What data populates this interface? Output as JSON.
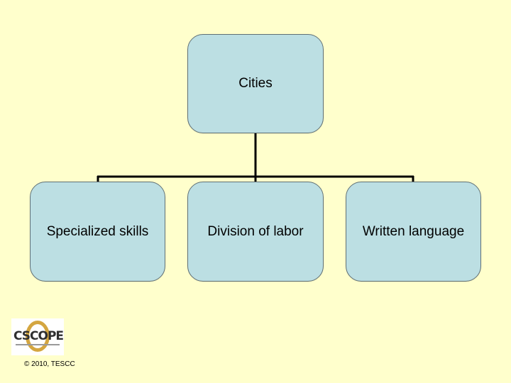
{
  "diagram": {
    "root": {
      "label": "Cities"
    },
    "children": [
      {
        "label": "Specialized skills"
      },
      {
        "label": "Division of labor"
      },
      {
        "label": "Written language"
      }
    ]
  },
  "footer": {
    "logo_text": "CSCOPE",
    "copyright": "© 2010, TESCC"
  },
  "colors": {
    "background": "#ffffcc",
    "node_fill": "#bcdfe3",
    "connector": "#000000",
    "logo_ring": "#d4a640"
  }
}
